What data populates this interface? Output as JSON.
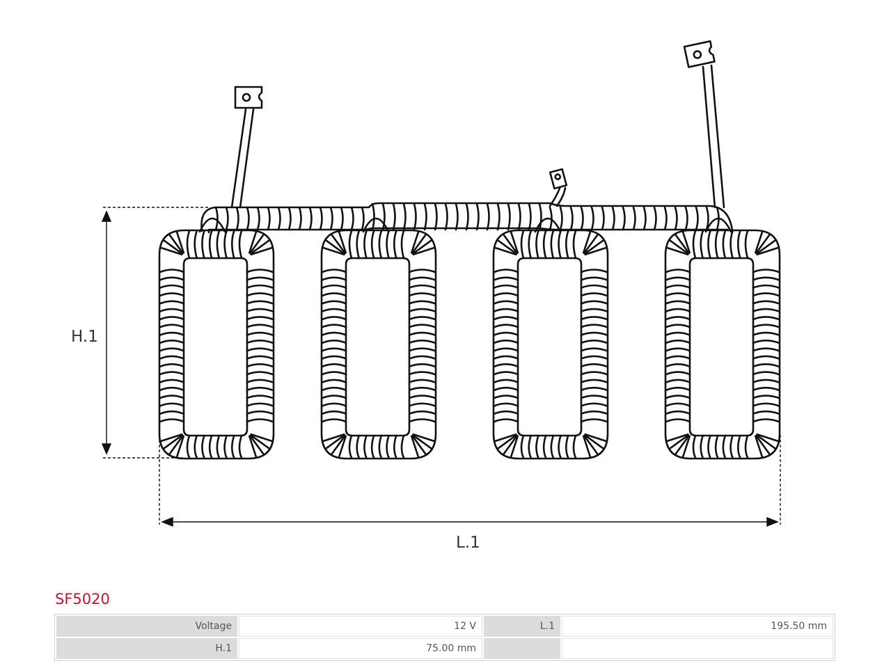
{
  "diagram": {
    "labels": {
      "height": "H.1",
      "length": "L.1"
    }
  },
  "product": {
    "code": "SF5020",
    "specs": [
      [
        "Voltage",
        "12 V",
        "L.1",
        "195.50 mm"
      ],
      [
        "H.1",
        "75.00 mm",
        "",
        ""
      ]
    ]
  },
  "colors": {
    "accent": "#c8102e",
    "line": "#111111",
    "table_key_bg": "#dcdcdc"
  }
}
